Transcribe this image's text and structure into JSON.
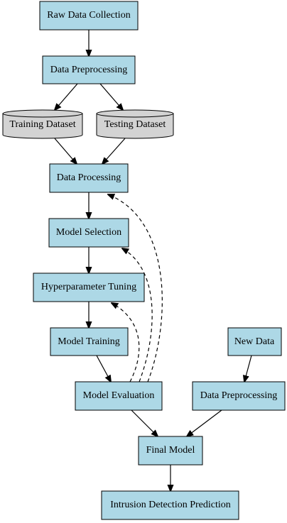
{
  "diagram": {
    "colors": {
      "process_fill": "#add8e6",
      "dataset_fill": "#d3d3d3",
      "stroke": "#000000"
    },
    "nodes": {
      "raw_data_collection": "Raw Data Collection",
      "data_preprocessing": "Data Preprocessing",
      "training_dataset": "Training Dataset",
      "testing_dataset": "Testing Dataset",
      "data_processing": "Data Processing",
      "model_selection": "Model Selection",
      "hyperparameter_tuning": "Hyperparameter Tuning",
      "model_training": "Model Training",
      "model_evaluation": "Model Evaluation",
      "new_data": "New Data",
      "data_preprocessing_2": "Data Preprocessing",
      "final_model": "Final Model",
      "intrusion_detection_prediction": "Intrusion Detection Prediction"
    },
    "edges": [
      {
        "from": "raw_data_collection",
        "to": "data_preprocessing",
        "style": "solid"
      },
      {
        "from": "data_preprocessing",
        "to": "training_dataset",
        "style": "solid"
      },
      {
        "from": "data_preprocessing",
        "to": "testing_dataset",
        "style": "solid"
      },
      {
        "from": "training_dataset",
        "to": "data_processing",
        "style": "solid"
      },
      {
        "from": "testing_dataset",
        "to": "data_processing",
        "style": "solid"
      },
      {
        "from": "data_processing",
        "to": "model_selection",
        "style": "solid"
      },
      {
        "from": "model_selection",
        "to": "hyperparameter_tuning",
        "style": "solid"
      },
      {
        "from": "hyperparameter_tuning",
        "to": "model_training",
        "style": "solid"
      },
      {
        "from": "model_training",
        "to": "model_evaluation",
        "style": "solid"
      },
      {
        "from": "model_evaluation",
        "to": "hyperparameter_tuning",
        "style": "dashed"
      },
      {
        "from": "model_evaluation",
        "to": "model_selection",
        "style": "dashed"
      },
      {
        "from": "model_evaluation",
        "to": "data_processing",
        "style": "dashed"
      },
      {
        "from": "new_data",
        "to": "data_preprocessing_2",
        "style": "solid"
      },
      {
        "from": "model_evaluation",
        "to": "final_model",
        "style": "solid"
      },
      {
        "from": "data_preprocessing_2",
        "to": "final_model",
        "style": "solid"
      },
      {
        "from": "final_model",
        "to": "intrusion_detection_prediction",
        "style": "solid"
      }
    ]
  }
}
